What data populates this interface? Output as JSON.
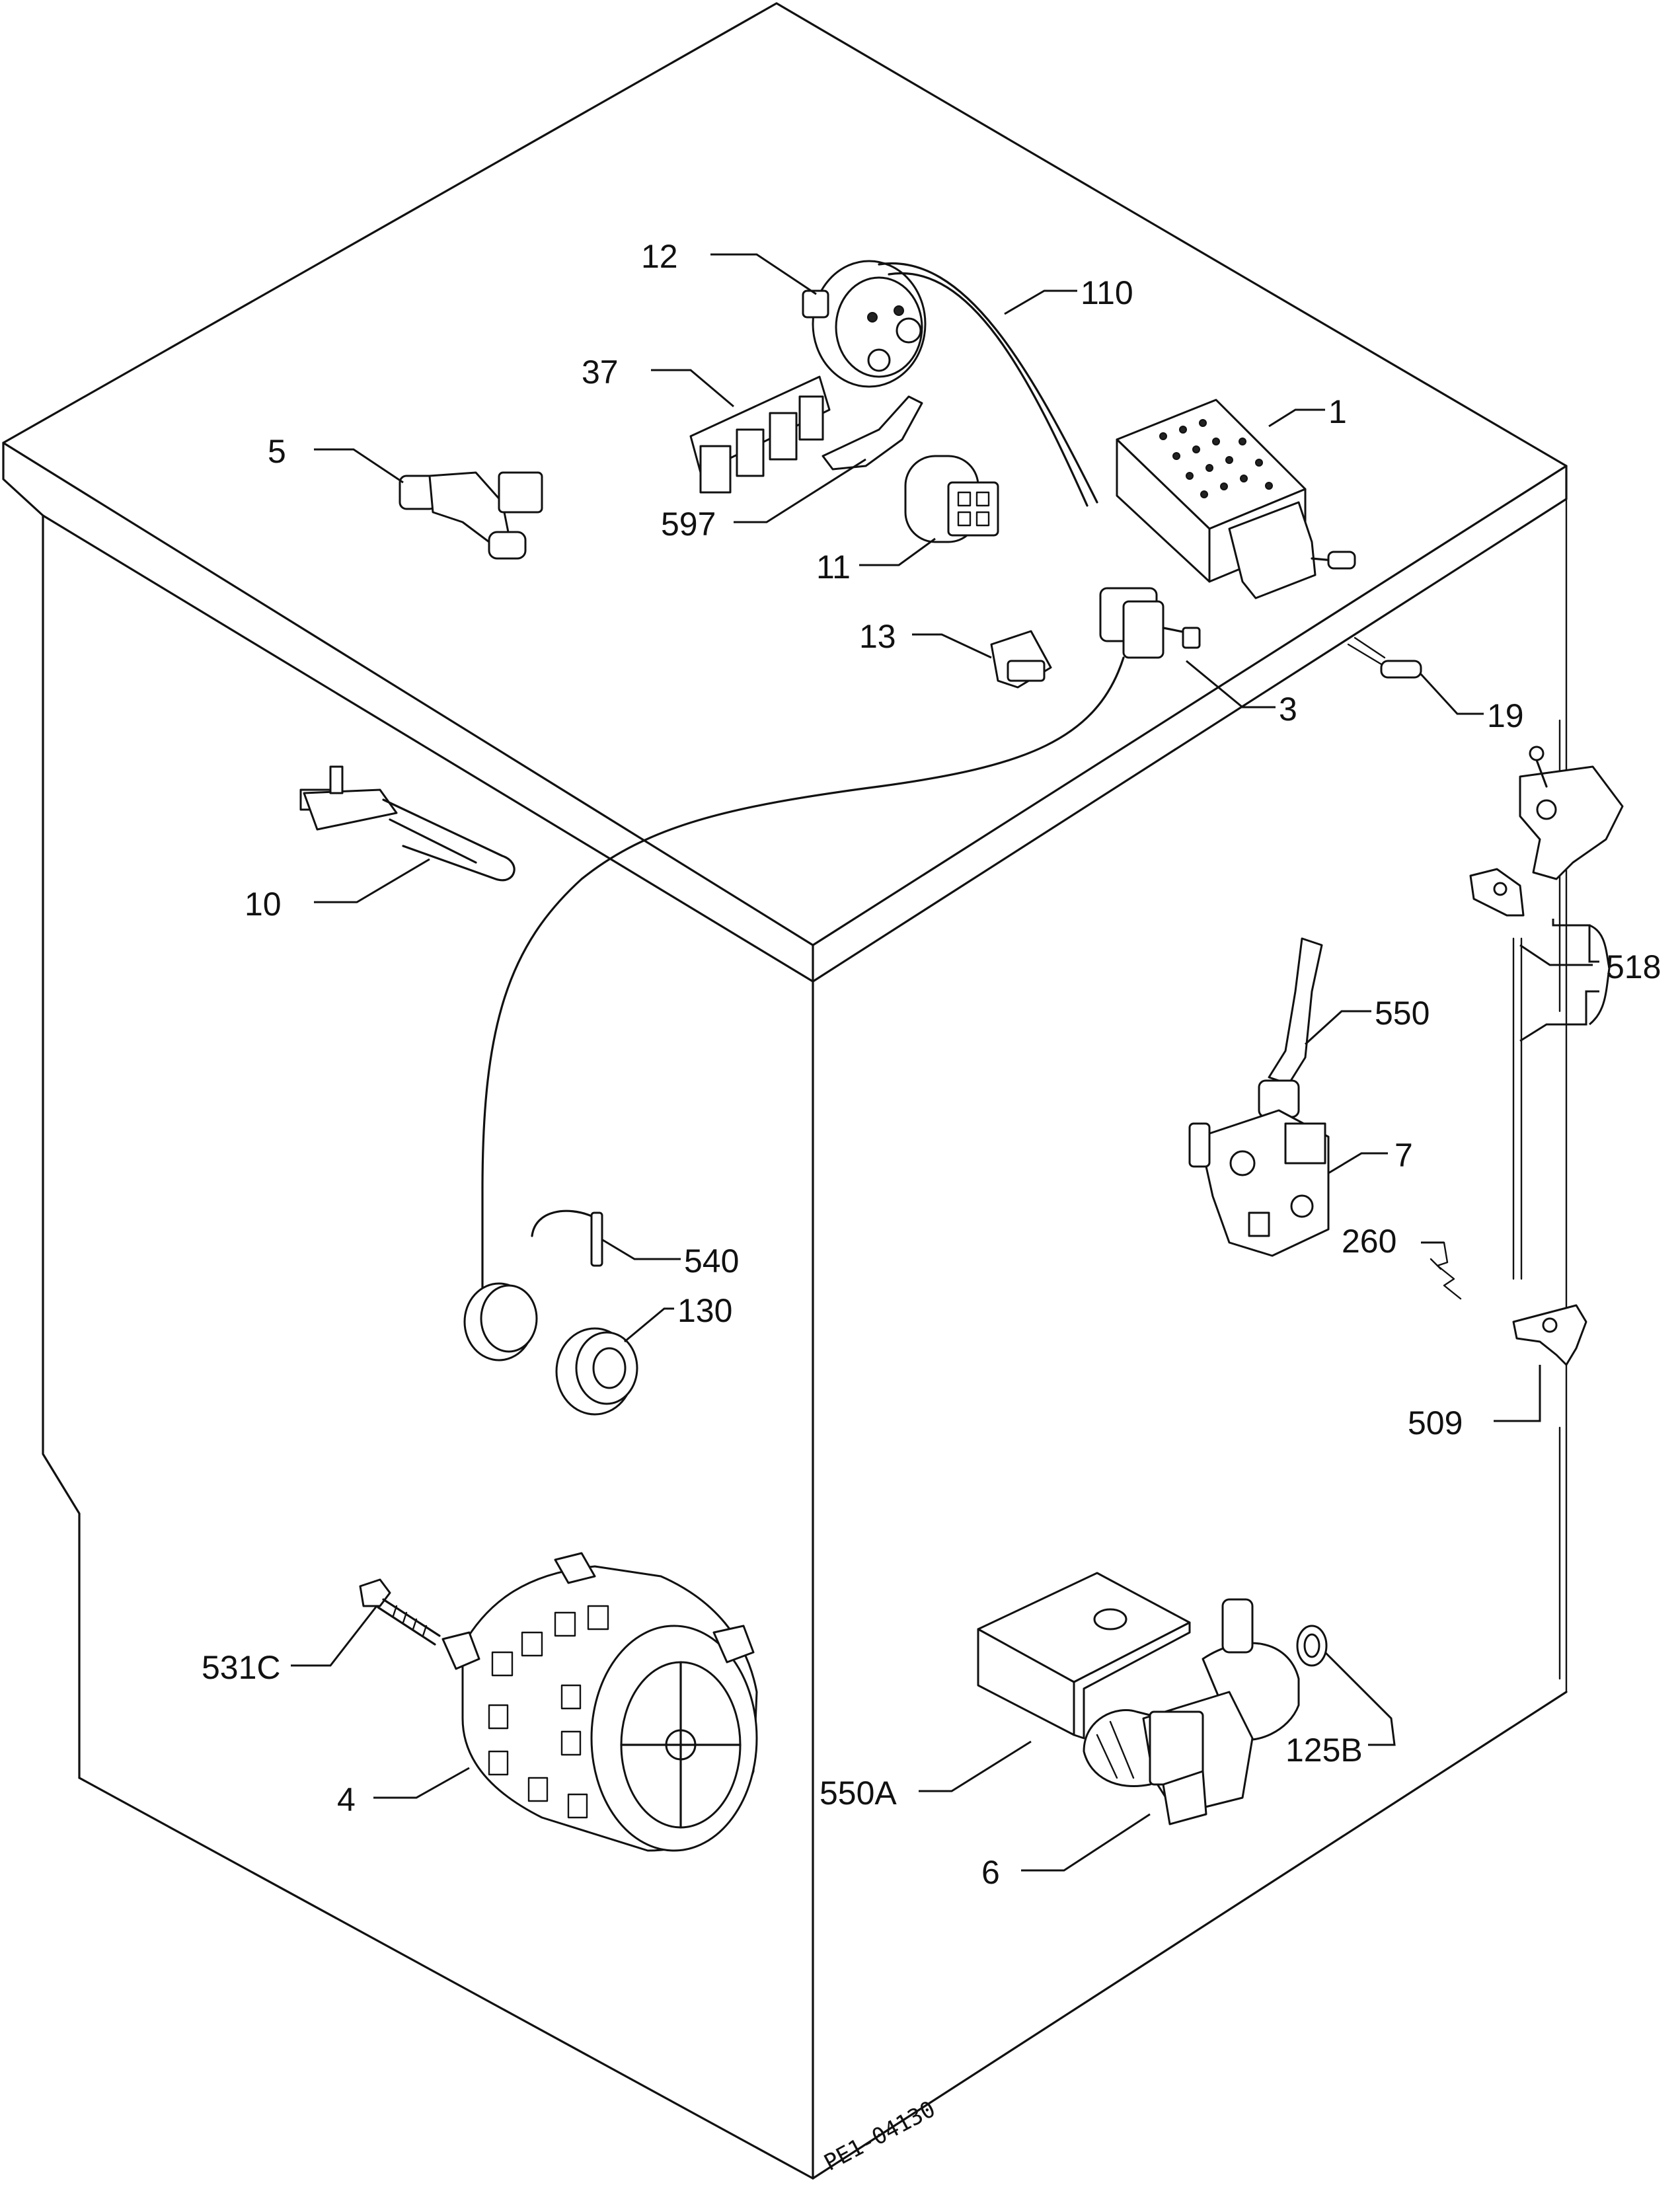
{
  "labels": {
    "p1": "1",
    "p3": "3",
    "p4": "4",
    "p5": "5",
    "p6": "6",
    "p7": "7",
    "p10": "10",
    "p11": "11",
    "p12": "12",
    "p13": "13",
    "p19": "19",
    "p37": "37",
    "p110": "110",
    "p125b": "125B",
    "p130": "130",
    "p260": "260",
    "p509": "509",
    "p518": "518",
    "p531c": "531C",
    "p540": "540",
    "p550": "550",
    "p550a": "550A",
    "p597": "597"
  },
  "drawing_code": "PE1-04130"
}
